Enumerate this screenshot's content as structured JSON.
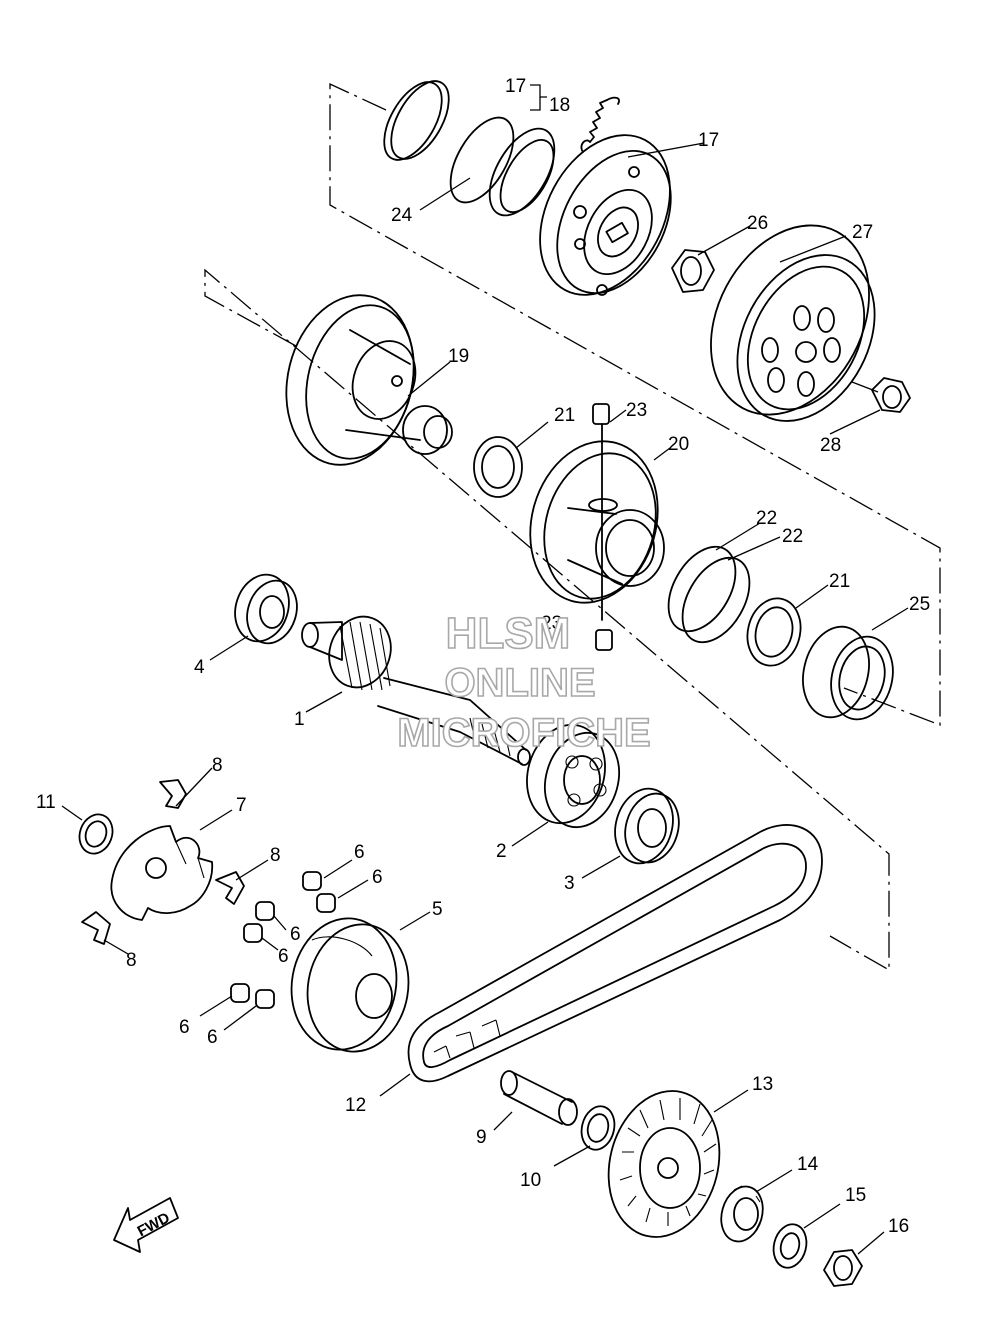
{
  "labels": {
    "p1": "1",
    "p2": "2",
    "p3": "3",
    "p4": "4",
    "p5": "5",
    "p6a": "6",
    "p6b": "6",
    "p6c": "6",
    "p6d": "6",
    "p6e": "6",
    "p6f": "6",
    "p7": "7",
    "p8a": "8",
    "p8b": "8",
    "p8c": "8",
    "p9": "9",
    "p10": "10",
    "p11": "11",
    "p12": "12",
    "p13": "13",
    "p14": "14",
    "p15": "15",
    "p16": "16",
    "p17a": "17",
    "p17b": "17",
    "p18": "18",
    "p19": "19",
    "p20": "20",
    "p21a": "21",
    "p21b": "21",
    "p22a": "22",
    "p22b": "22",
    "p23a": "23",
    "p23b": "23",
    "p24": "24",
    "p25": "25",
    "p26": "26",
    "p27": "27",
    "p28": "28"
  },
  "watermark": {
    "line1": "HLSM",
    "line2": "ONLINE",
    "line3": "MICROFICHE"
  },
  "direction_marker": "FWD",
  "colors": {
    "ink": "#000000",
    "watermark": "#a8a8a8",
    "background": "#ffffff"
  }
}
